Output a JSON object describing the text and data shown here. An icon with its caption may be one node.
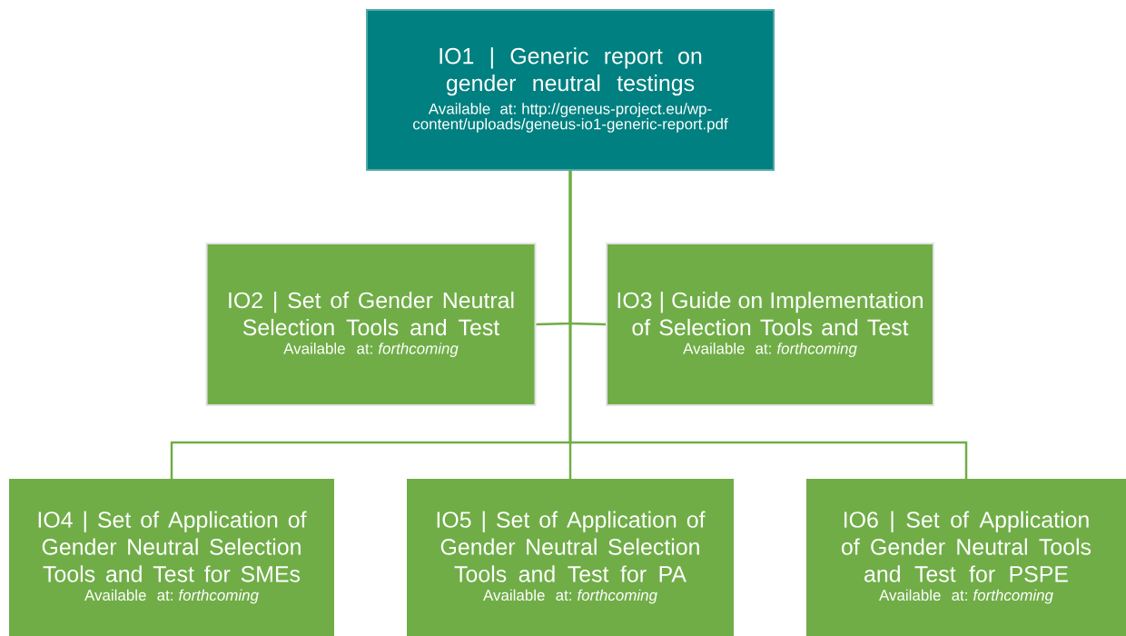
{
  "diagram": {
    "nodes": [
      {
        "text": [
          "IO1 | Generic report on gender neutral testings",
          "Available at: http://geneus-project.eu/wp-content/uploads/geneus-io1-generic-report.pdf"
        ]
      },
      {
        "text": [
          "IO2 | Set of Gender Neutral Selection Tools and Test",
          "Available at: *forthcoming*"
        ]
      },
      {
        "text": [
          "IO3 | Guide on Implementation of Selection Tools and Test",
          "Available at: *forthcoming*"
        ]
      },
      {
        "text": [
          "IO4 | Set of Application of Gender Neutral Selection Tools and Test for SMEs",
          "Available at: *forthcoming*"
        ]
      },
      {
        "text": [
          "IO5 | Set of Application of Gender Neutral Selection Tools and Test for PA",
          "Available at: *forthcoming*"
        ]
      },
      {
        "text": [
          "IO6 | Set of Application of Gender Neutral Tools and Test for PSPE",
          "Available at: *forthcoming*"
        ]
      }
    ],
    "edges": [
      {
        "from": 0,
        "to": 1,
        "arrow": "none"
      },
      {
        "from": 0,
        "to": 2,
        "arrow": "none"
      },
      {
        "from": 0,
        "to": 3,
        "arrow": "none"
      },
      {
        "from": 0,
        "to": 4,
        "arrow": "none"
      },
      {
        "from": 0,
        "to": 5,
        "arrow": "none"
      }
    ]
  }
}
